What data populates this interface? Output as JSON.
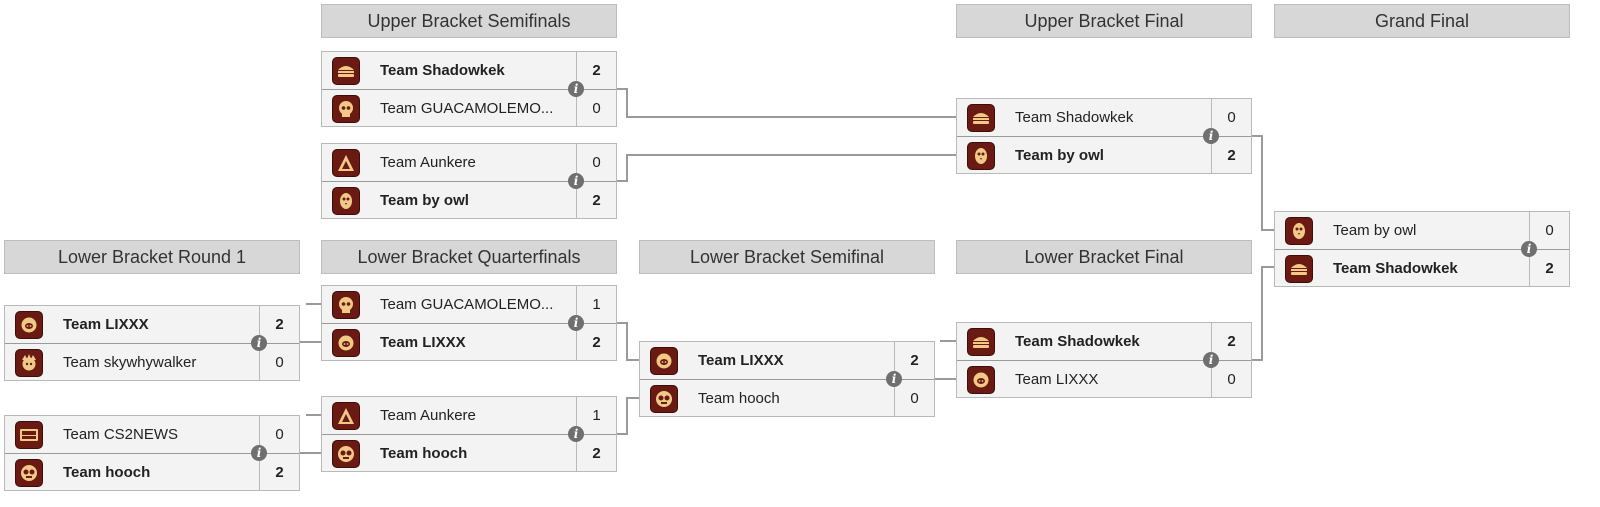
{
  "rounds": {
    "ub_semis": "Upper Bracket Semifinals",
    "ub_final": "Upper Bracket Final",
    "grand_final": "Grand Final",
    "lb_r1": "Lower Bracket Round 1",
    "lb_qf": "Lower Bracket Quarterfinals",
    "lb_sf": "Lower Bracket Semifinal",
    "lb_final": "Lower Bracket Final"
  },
  "info_glyph": "i",
  "matches": {
    "ubs1": {
      "top": {
        "name": "Team Shadowkek",
        "score": "2",
        "logo": "burger-logo-icon"
      },
      "bottom": {
        "name": "Team GUACAMOLEMO...",
        "score": "0",
        "logo": "skull-logo-icon"
      }
    },
    "ubs2": {
      "top": {
        "name": "Team Aunkere",
        "score": "0",
        "logo": "triangle-logo-icon"
      },
      "bottom": {
        "name": "Team by owl",
        "score": "2",
        "logo": "owl-logo-icon"
      }
    },
    "ubf": {
      "top": {
        "name": "Team Shadowkek",
        "score": "0",
        "logo": "burger-logo-icon"
      },
      "bottom": {
        "name": "Team by owl",
        "score": "2",
        "logo": "owl-logo-icon"
      }
    },
    "gf": {
      "top": {
        "name": "Team by owl",
        "score": "0",
        "logo": "owl-logo-icon"
      },
      "bottom": {
        "name": "Team Shadowkek",
        "score": "2",
        "logo": "burger-logo-icon"
      }
    },
    "lbr1a": {
      "top": {
        "name": "Team LIXXX",
        "score": "2",
        "logo": "pig-logo-icon"
      },
      "bottom": {
        "name": "Team skywhywalker",
        "score": "0",
        "logo": "face-logo-icon"
      }
    },
    "lbr1b": {
      "top": {
        "name": "Team CS2NEWS",
        "score": "0",
        "logo": "cs2news-logo-icon"
      },
      "bottom": {
        "name": "Team hooch",
        "score": "2",
        "logo": "goggles-logo-icon"
      }
    },
    "lbqf1": {
      "top": {
        "name": "Team GUACAMOLEMO...",
        "score": "1",
        "logo": "skull-logo-icon"
      },
      "bottom": {
        "name": "Team LIXXX",
        "score": "2",
        "logo": "pig-logo-icon"
      }
    },
    "lbqf2": {
      "top": {
        "name": "Team Aunkere",
        "score": "1",
        "logo": "triangle-logo-icon"
      },
      "bottom": {
        "name": "Team hooch",
        "score": "2",
        "logo": "goggles-logo-icon"
      }
    },
    "lbsf": {
      "top": {
        "name": "Team LIXXX",
        "score": "2",
        "logo": "pig-logo-icon"
      },
      "bottom": {
        "name": "Team hooch",
        "score": "0",
        "logo": "goggles-logo-icon"
      }
    },
    "lbf": {
      "top": {
        "name": "Team Shadowkek",
        "score": "2",
        "logo": "burger-logo-icon"
      },
      "bottom": {
        "name": "Team LIXXX",
        "score": "0",
        "logo": "pig-logo-icon"
      }
    }
  },
  "colors": {
    "logo_bg": "#6a1a12",
    "logo_fg": "#f0c987",
    "header_bg": "#d7d7d7",
    "connector": "#9a9a9a"
  }
}
